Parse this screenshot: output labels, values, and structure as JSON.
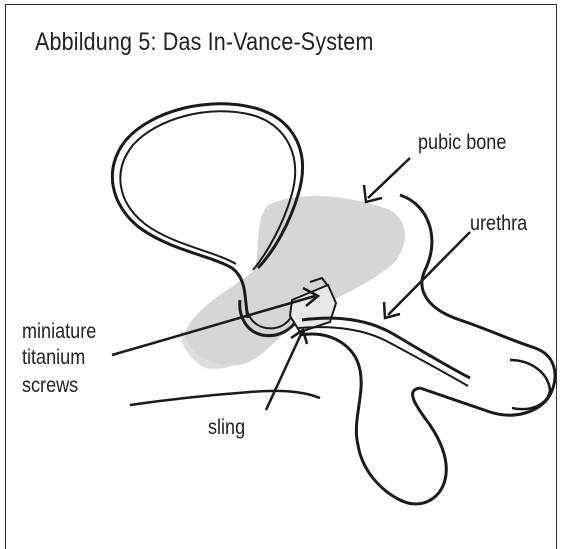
{
  "figure": {
    "caption": "Abbildung 5: Das In-Vance-System"
  },
  "labels": {
    "pubic_bone": "pubic bone",
    "urethra": "urethra",
    "screws_line1": "miniature",
    "screws_line2": "titanium",
    "screws_line3": "screws",
    "sling": "sling"
  },
  "colors": {
    "line": "#1a1a1a",
    "shading": "#cfcfcf",
    "frame": "#333333"
  }
}
